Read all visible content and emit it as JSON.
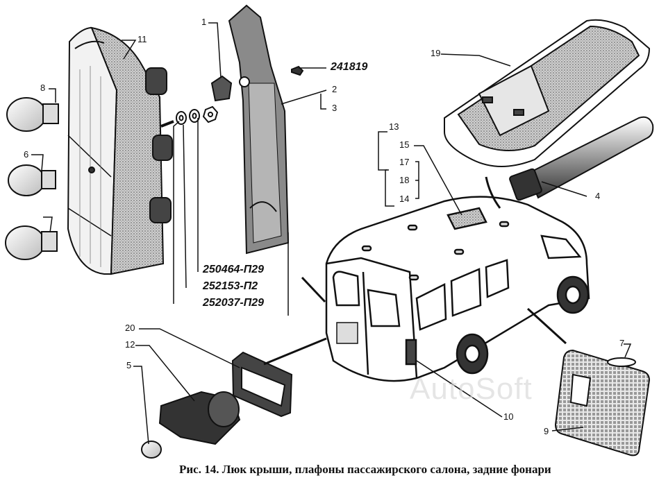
{
  "figure": {
    "caption": "Рис. 14. Люк крыши, плафоны пассажирского салона, задние фонари",
    "watermark": "AutoSoft"
  },
  "callouts": [
    {
      "id": "n1",
      "text": "1"
    },
    {
      "id": "n2",
      "text": "2"
    },
    {
      "id": "n3",
      "text": "3"
    },
    {
      "id": "n4",
      "text": "4"
    },
    {
      "id": "n5",
      "text": "5"
    },
    {
      "id": "n6",
      "text": "6"
    },
    {
      "id": "n7",
      "text": "7"
    },
    {
      "id": "n8",
      "text": "8"
    },
    {
      "id": "n9",
      "text": "9"
    },
    {
      "id": "n10",
      "text": "10"
    },
    {
      "id": "n11",
      "text": "11"
    },
    {
      "id": "n12",
      "text": "12"
    },
    {
      "id": "n13",
      "text": "13"
    },
    {
      "id": "n14",
      "text": "14"
    },
    {
      "id": "n15",
      "text": "15"
    },
    {
      "id": "n17",
      "text": "17"
    },
    {
      "id": "n18",
      "text": "18"
    },
    {
      "id": "n19",
      "text": "19"
    },
    {
      "id": "n20",
      "text": "20"
    }
  ],
  "part_codes": [
    {
      "id": "c241819",
      "text": "241819"
    },
    {
      "id": "c250464",
      "text": "250464-П29"
    },
    {
      "id": "c252153",
      "text": "252153-П2"
    },
    {
      "id": "c252037",
      "text": "252037-П29"
    }
  ]
}
